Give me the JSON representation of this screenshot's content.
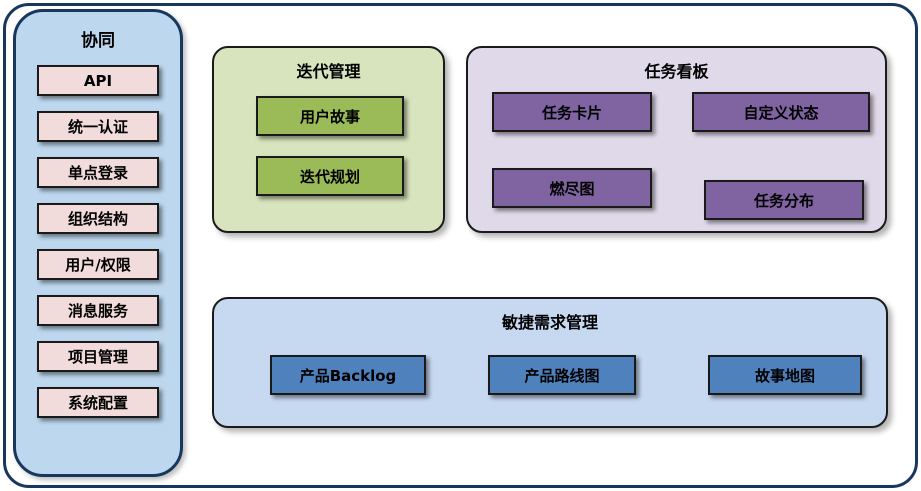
{
  "collaboration": {
    "title": "协同",
    "items": [
      "API",
      "统一认证",
      "单点登录",
      "组织结构",
      "用户/权限",
      "消息服务",
      "项目管理",
      "系统配置"
    ]
  },
  "iteration": {
    "title": "迭代管理",
    "items": [
      "用户故事",
      "迭代规划"
    ]
  },
  "taskboard": {
    "title": "任务看板",
    "items": [
      "任务卡片",
      "自定义状态",
      "燃尽图",
      "任务分布"
    ]
  },
  "requirements": {
    "title": "敏捷需求管理",
    "items": [
      "产品Backlog",
      "产品路线图",
      "故事地图"
    ]
  },
  "colors": {
    "outer-border": "#17375E",
    "left-panel-fill": "#BDD7EE",
    "pink-box": "#F2DCDB",
    "green-panel": "#D7E4BD",
    "green-box": "#9BBB59",
    "purple-panel": "#E0D9E9",
    "purple-box": "#8064A2",
    "blue-panel": "#C6D9F1",
    "blue-box": "#4F81BD",
    "box-border": "#1a1a1a"
  }
}
